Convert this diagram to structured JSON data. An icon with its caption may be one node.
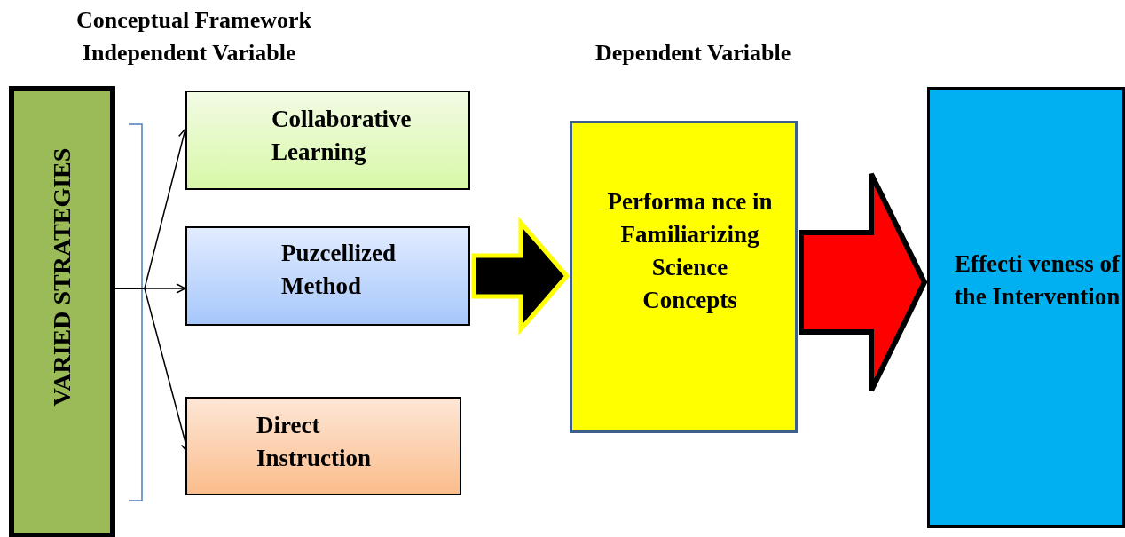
{
  "diagram": {
    "title": "Conceptual Framework",
    "nodes": [
      {
        "text": [
          "VARIED STRATEGIES"
        ]
      },
      {
        "text": [
          "Collaborative Learning"
        ]
      },
      {
        "text": [
          "Puzcellized Method"
        ]
      },
      {
        "text": [
          "Direct Instruction"
        ]
      },
      {
        "text": [
          "Performa nce in Familiarizing Science Concepts"
        ]
      },
      {
        "text": [
          "Effecti veness of the Intervention"
        ]
      }
    ],
    "edges": [
      {
        "from": 0,
        "to": 1,
        "arrow": "to"
      },
      {
        "from": 0,
        "to": 2,
        "arrow": "to"
      },
      {
        "from": 0,
        "to": 3,
        "arrow": "to"
      },
      {
        "from": 2,
        "to": 4,
        "arrow": "to",
        "style": "thick",
        "color": "#000000"
      },
      {
        "from": 4,
        "to": 5,
        "arrow": "to",
        "style": "thick",
        "color": "#ff0000"
      }
    ],
    "labels": [
      "Independent Variable",
      "Dependent Variable"
    ]
  }
}
